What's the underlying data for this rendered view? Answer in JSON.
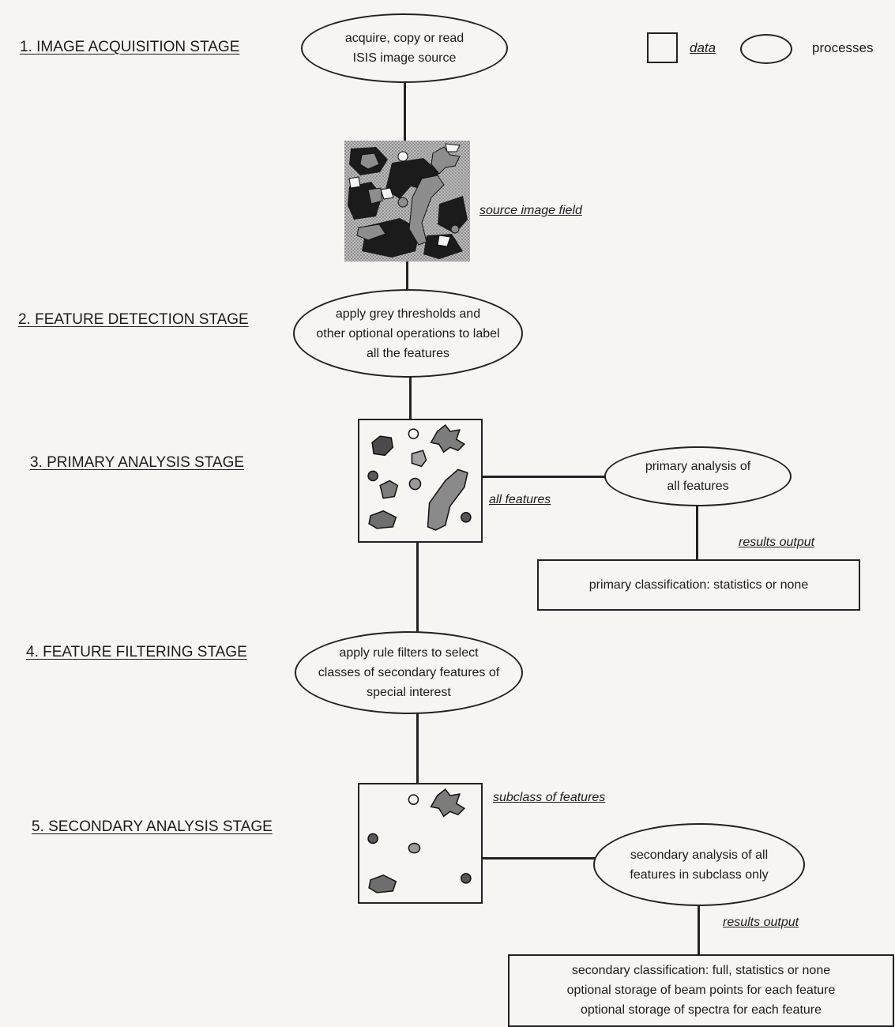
{
  "stages": [
    "1. IMAGE ACQUISITION STAGE",
    "2. FEATURE DETECTION STAGE",
    "3. PRIMARY ANALYSIS STAGE",
    "4. FEATURE FILTERING STAGE",
    "5. SECONDARY ANALYSIS STAGE"
  ],
  "legend": {
    "data_label": "data",
    "processes_label": "processes"
  },
  "processes": {
    "acquire": [
      "acquire, copy or read",
      "ISIS image source"
    ],
    "detect": [
      "apply grey thresholds and",
      "other optional operations to label",
      "all the features"
    ],
    "primary": [
      "primary analysis of",
      "all features"
    ],
    "filter": [
      "apply rule filters to select",
      "classes of secondary features of",
      "special interest"
    ],
    "secondary": [
      "secondary analysis of all",
      "features in subclass only"
    ]
  },
  "data_labels": {
    "source": "source image field",
    "all_features": "all features",
    "subclass": "subclass of features",
    "results1": "results output",
    "results2": "results output"
  },
  "outputs": {
    "primary": [
      "primary classification:  statistics or none"
    ],
    "secondary": [
      "secondary classification:  full, statistics or none",
      "optional storage of beam points for each feature",
      "optional storage of spectra for each feature"
    ]
  }
}
